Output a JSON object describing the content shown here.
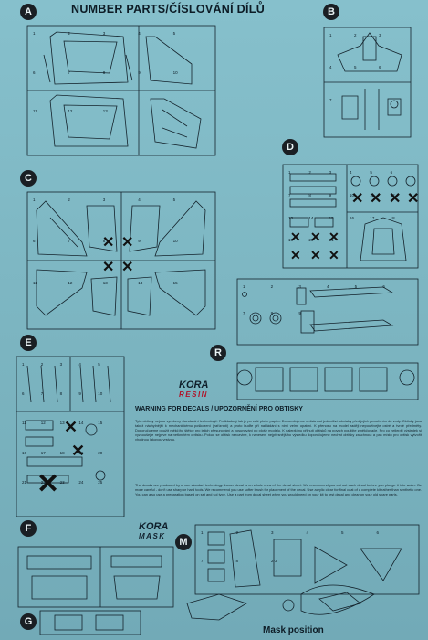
{
  "header": {
    "title": "NUMBER PARTS/ČÍSLOVÁNÍ DÍLŮ"
  },
  "sections": {
    "a": "A",
    "b": "B",
    "c": "C",
    "d": "D",
    "e": "E",
    "f": "F",
    "g": "G",
    "m": "M",
    "r": "R"
  },
  "logos": {
    "resin_top": "KORA",
    "resin_sub": "RESIN",
    "mask_top": "KORA",
    "mask_sub": "MASK"
  },
  "warning": {
    "title": "WARNING FOR DECALS / UPOZORNĚNÍ PRO OBTISKY",
    "czech": "Tyto obtisky nejsou vyrobeny standardní technologií. Podkladový lak je po celé ploše papíru. Doporučujeme obtisknout jednotlivé obrázky před jejich ponořením do vody. Obtisky jsou takéž náchylnější k mechanickému poškození (zaříznutí) a proto buďte při nakládání s nimi velmi opatrní. K přenosu na model raději nepoužívejte ostré a tvrdé předměty. Doporučujeme použít měkčího štětce pro jejich přesunování a posunování po ploše modelu. K nalepšímu přilnutí obtisků na povrch použijte změkčovače. Pro co nejlepší výsledek si vyzkoušejte nejprve na netknutém obtisku. Pokud se obtisk nerozvine, k nanesení nejpřesnějšího výsledku doporučujeme nechat obtisky zaschnout a pak místo pro obtisk vytvořit vhodnou lakovou vrstvou.",
    "english": "The decals are produced by a non standart technology. Lower decal is on whole area of the decal sheet. We recommend you cut out each decal before you plunge it into water. Be more careful - don't use sharp or hard tools. We recommend you use softer brush for placement of the decal. Use acrylic clear for final coat of a complete kit rather than synthetic one. You can also use a preparation based on set and sol type. Use a part from decal sheet when you would need on your kit to test decal and clear on your old spare parts."
  },
  "footer": {
    "label": "Mask position"
  },
  "part_numbers": {
    "a": [
      "1",
      "2",
      "3",
      "4",
      "5",
      "6",
      "7",
      "8",
      "9",
      "10",
      "11",
      "12",
      "13"
    ],
    "b": [
      "1",
      "2",
      "3",
      "4",
      "5",
      "6",
      "7"
    ],
    "c": [
      "1",
      "2",
      "3",
      "4",
      "5",
      "6",
      "7",
      "8",
      "9",
      "10",
      "11",
      "12",
      "13",
      "14",
      "15"
    ],
    "d": [
      "1",
      "2",
      "3",
      "4",
      "5",
      "6",
      "7",
      "8",
      "9",
      "10",
      "11",
      "12",
      "13",
      "14",
      "15",
      "16",
      "17",
      "18",
      "19",
      "20",
      "21"
    ],
    "e": [
      "1",
      "2",
      "3",
      "4",
      "5",
      "6",
      "7",
      "8",
      "9",
      "10",
      "11",
      "12",
      "13",
      "14",
      "15",
      "16",
      "17",
      "18",
      "19",
      "20",
      "21",
      "22",
      "23",
      "24",
      "25"
    ],
    "r": [
      "1",
      "2",
      "3",
      "4",
      "5",
      "6",
      "7",
      "8",
      "9"
    ],
    "m": [
      "1",
      "2",
      "3",
      "4",
      "5",
      "6",
      "7",
      "8",
      "2-3"
    ]
  }
}
